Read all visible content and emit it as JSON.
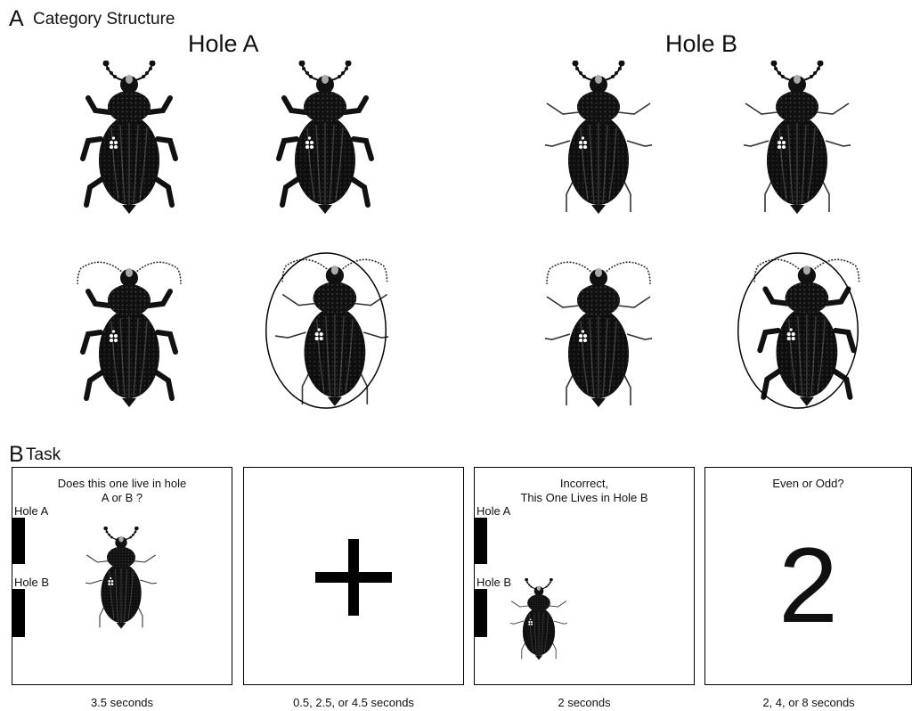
{
  "panel_a": {
    "letter": "A",
    "title": "Category Structure",
    "hole_a_heading": "Hole A",
    "hole_b_heading": "Hole B"
  },
  "panel_b": {
    "letter": "B",
    "title": "Task",
    "screens": [
      {
        "prompt_line1": "Does this one live in hole",
        "prompt_line2": "A or B ?",
        "hole_a_label": "Hole A",
        "hole_b_label": "Hole B",
        "caption": "3.5 seconds"
      },
      {
        "symbol": "+",
        "caption": "0.5, 2.5, or 4.5 seconds"
      },
      {
        "prompt_line1": "Incorrect,",
        "prompt_line2": "This One Lives in Hole B",
        "hole_a_label": "Hole A",
        "hole_b_label": "Hole B",
        "caption": "2 seconds"
      },
      {
        "prompt_line1": "Even or Odd?",
        "digit": "2",
        "caption": "2, 4, or 8 seconds"
      }
    ]
  },
  "colors": {
    "ink": "#000000",
    "background": "#ffffff"
  }
}
